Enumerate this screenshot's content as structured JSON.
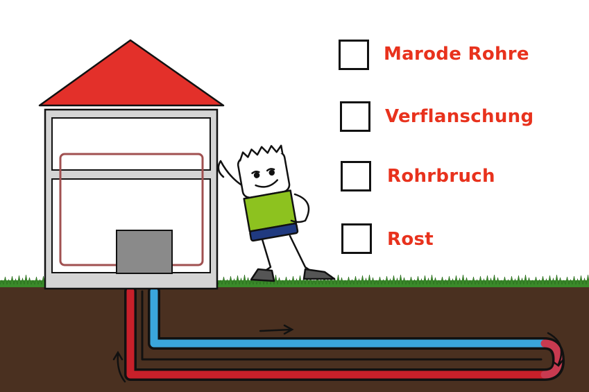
{
  "checklist": {
    "items": [
      {
        "label": "Marode Rohre",
        "icon": "x-mark-icon"
      },
      {
        "label": "Verflanschung",
        "icon": "x-mark-icon"
      },
      {
        "label": "Rohrbruch",
        "icon": "x-mark-icon"
      },
      {
        "label": "Rost",
        "icon": "x-mark-icon"
      }
    ],
    "label_color": "#e8321d",
    "mark_color": "#e8321d"
  },
  "colors": {
    "roof": "#e3302a",
    "house_frame": "#d0d0d0",
    "heating_loop": "#a05050",
    "boiler": "#8a8a8a",
    "ground": "#4a3020",
    "grass": "#3a8a2a",
    "pipe_cold": "#3aa6dc",
    "pipe_hot": "#c8202a",
    "shirt": "#8dc21f",
    "shorts": "#203a80"
  }
}
